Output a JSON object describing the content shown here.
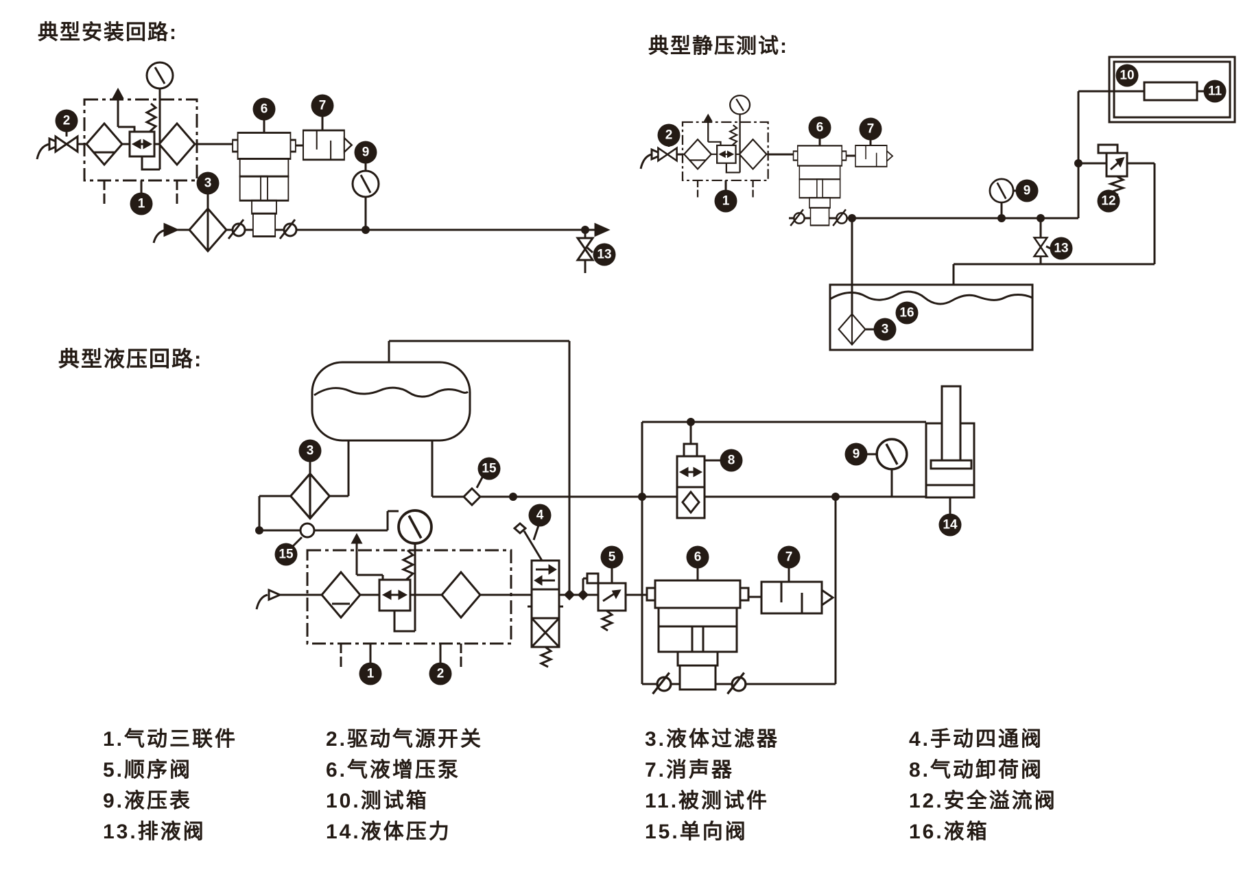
{
  "sections": {
    "install_title": "典型安装回路:",
    "static_test_title": "典型静压测试:",
    "hydraulic_title": "典型液压回路:"
  },
  "balloon_numbers": {
    "1": "1",
    "2": "2",
    "3": "3",
    "4": "4",
    "5": "5",
    "6": "6",
    "7": "7",
    "8": "8",
    "9": "9",
    "10": "10",
    "11": "11",
    "12": "12",
    "13": "13",
    "14": "14",
    "15": "15",
    "16": "16"
  },
  "legend": {
    "items": [
      "1.气动三联件",
      "2.驱动气源开关",
      "3.液体过滤器",
      "4.手动四通阀",
      "5.顺序阀",
      "6.气液增压泵",
      "7.消声器",
      "8.气动卸荷阀",
      "9.液压表",
      "10.测试箱",
      "11.被测试件",
      "12.安全溢流阀",
      "13.排液阀",
      "14.液体压力",
      "15.单向阀",
      "16.液箱"
    ]
  },
  "colors": {
    "ink": "#241b15",
    "background": "#ffffff"
  }
}
